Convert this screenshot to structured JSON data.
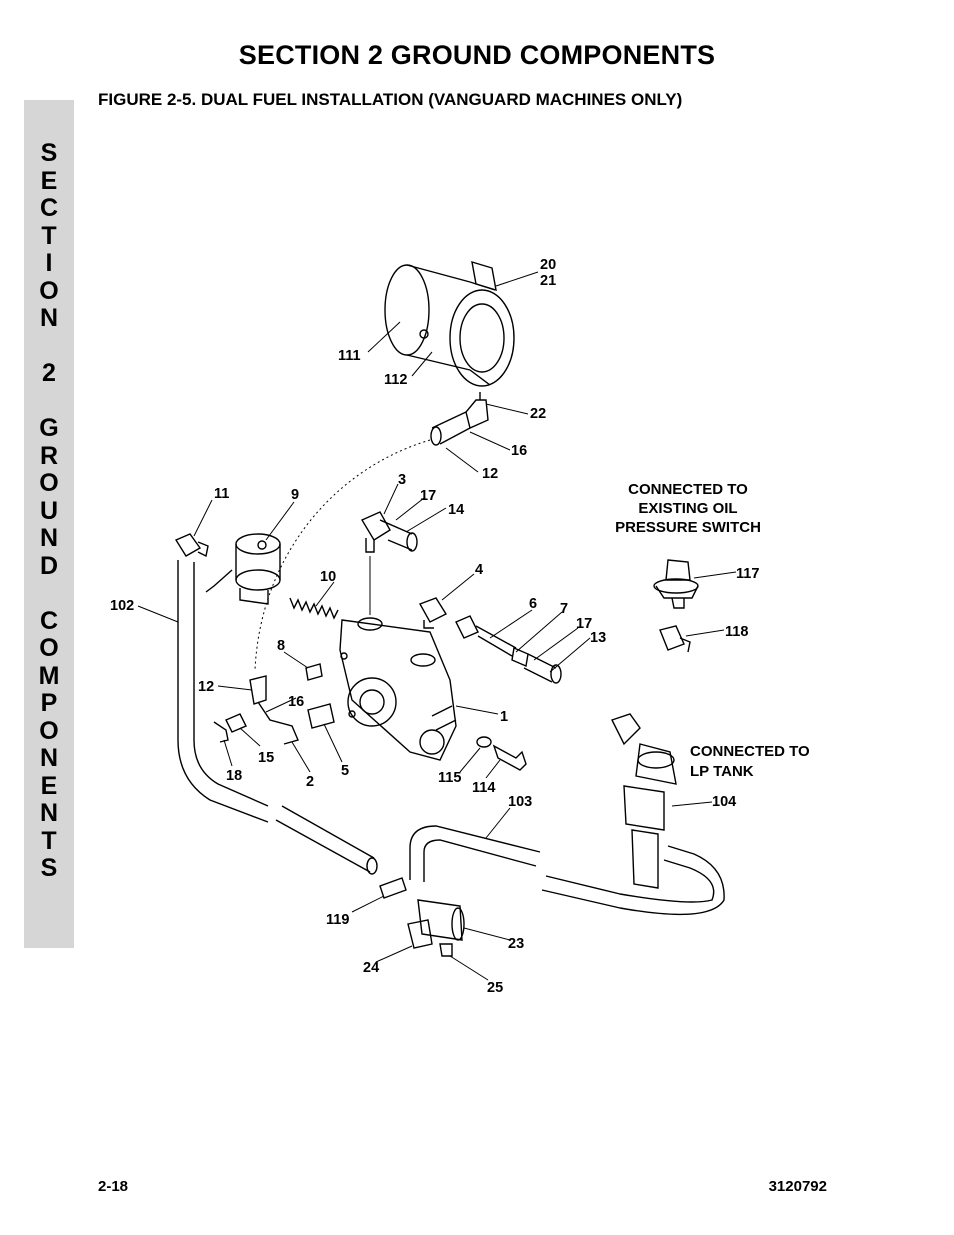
{
  "header": {
    "section_title": "SECTION 2   GROUND COMPONENTS",
    "figure_title": "FIGURE 2-5.    DUAL FUEL INSTALLATION (VANGUARD MACHINES ONLY)"
  },
  "side_tab": {
    "text": "S\nE\nC\nT\nI\nO\nN\n \n2\n \nG\nR\nO\nU\nN\nD\n \nC\nO\nM\nP\nO\nN\nE\nN\nT\nS"
  },
  "notes": {
    "oil_line1": "CONNECTED TO",
    "oil_line2": "EXISTING OIL",
    "oil_line3": "PRESSURE SWITCH",
    "lp_line1": "CONNECTED TO",
    "lp_line2": "LP TANK"
  },
  "callouts": {
    "c20": "20",
    "c21": "21",
    "c111": "111",
    "c112": "112",
    "c22": "22",
    "c16a": "16",
    "c12a": "12",
    "c3": "3",
    "c17a": "17",
    "c14": "14",
    "c11": "11",
    "c9": "9",
    "c10": "10",
    "c4": "4",
    "c6": "6",
    "c7": "7",
    "c17b": "17",
    "c13": "13",
    "c117": "117",
    "c118": "118",
    "c102": "102",
    "c8": "8",
    "c12b": "12",
    "c16b": "16",
    "c1": "1",
    "c15": "15",
    "c18": "18",
    "c2": "2",
    "c5": "5",
    "c115": "115",
    "c114": "114",
    "c103": "103",
    "c104": "104",
    "c119": "119",
    "c23": "23",
    "c24": "24",
    "c25": "25"
  },
  "footer": {
    "page_number": "2-18",
    "document_number": "3120792"
  }
}
